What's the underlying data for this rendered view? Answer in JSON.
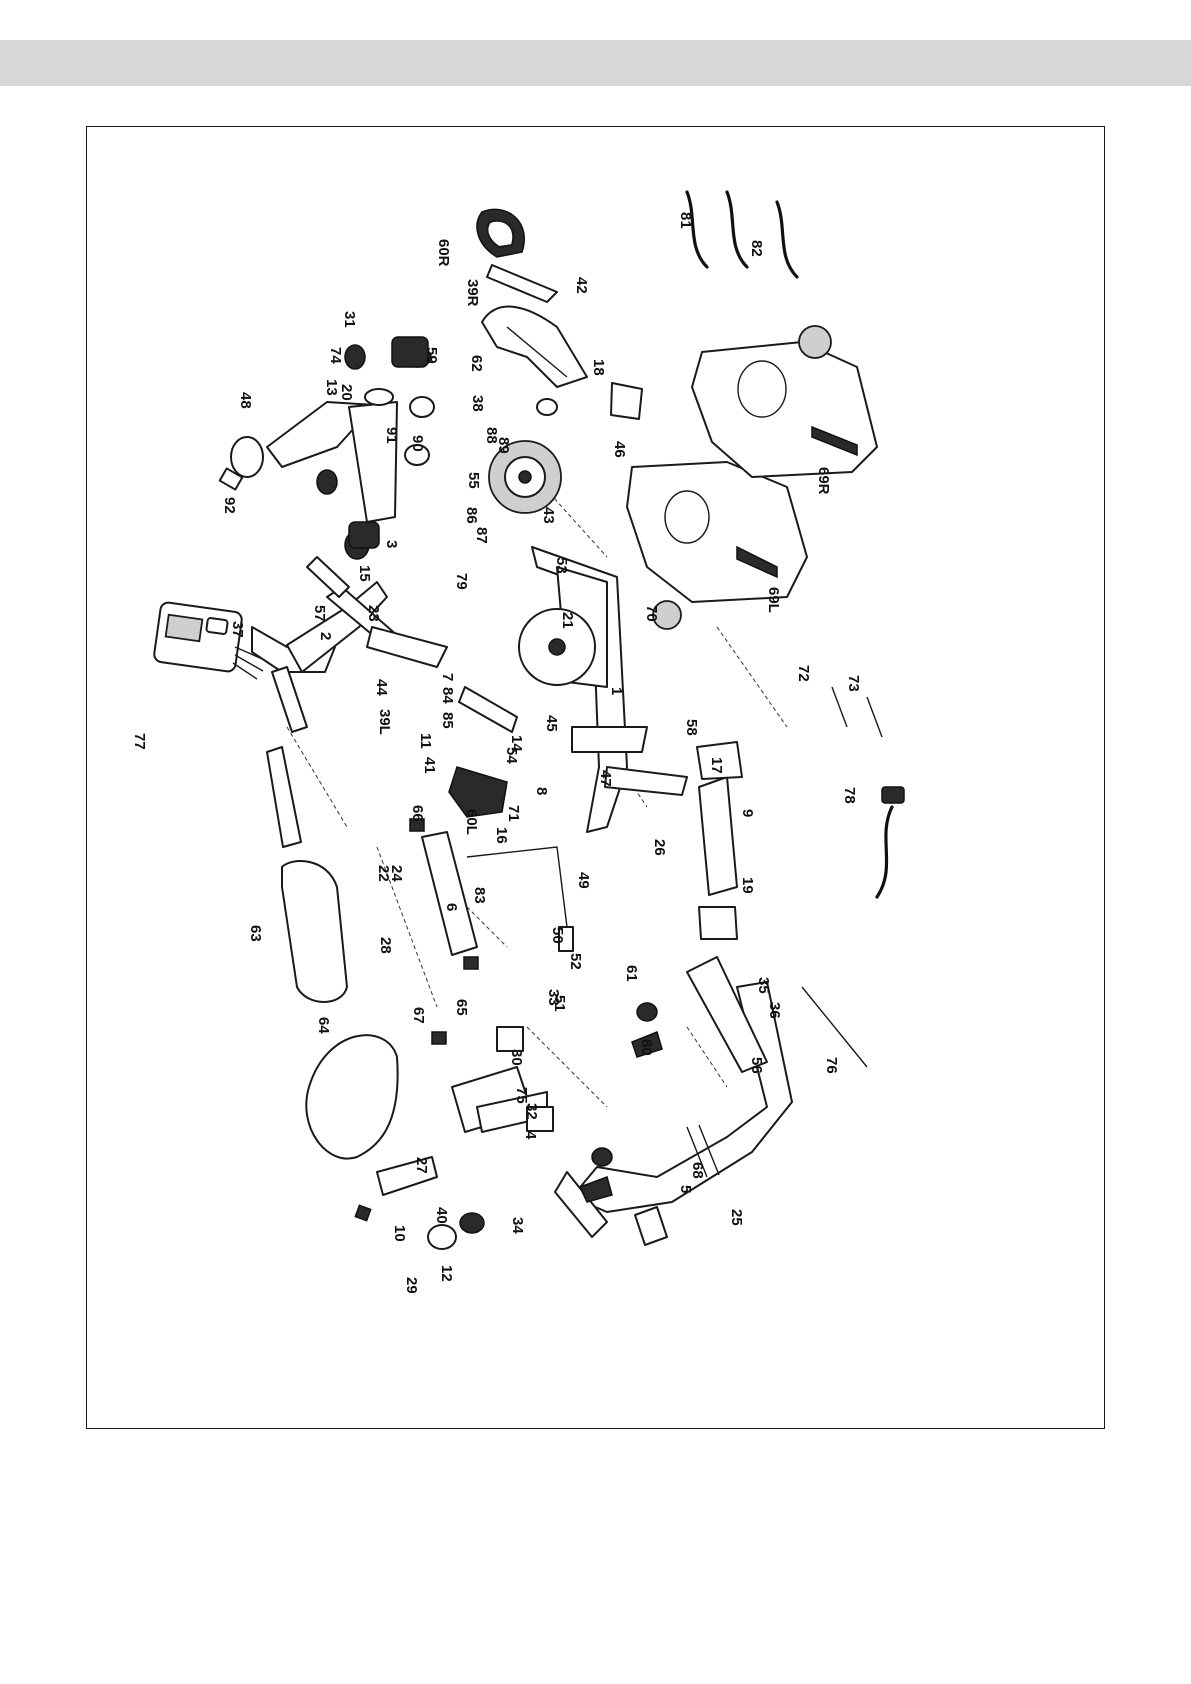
{
  "diagram": {
    "orientation_deg": 90,
    "callouts": [
      "1",
      "2",
      "3",
      "4",
      "5",
      "6",
      "7",
      "8",
      "9",
      "10",
      "11",
      "12",
      "13",
      "14",
      "15",
      "16",
      "17",
      "18",
      "19",
      "20",
      "21",
      "22",
      "23",
      "24",
      "25",
      "26",
      "27",
      "28",
      "29",
      "30",
      "31",
      "32",
      "33",
      "34",
      "35",
      "36",
      "37",
      "38",
      "39L",
      "39R",
      "40",
      "41",
      "42",
      "43",
      "44",
      "45",
      "46",
      "47",
      "48",
      "49",
      "50",
      "51",
      "52",
      "53",
      "54",
      "55",
      "56",
      "57",
      "58",
      "59",
      "60L",
      "60R",
      "61",
      "62",
      "63",
      "64",
      "65",
      "66",
      "67",
      "68",
      "69L",
      "69R",
      "70",
      "71",
      "72",
      "73",
      "74",
      "75",
      "76",
      "77",
      "78",
      "79",
      "80",
      "81",
      "82",
      "83",
      "84",
      "85",
      "86",
      "87",
      "88",
      "89",
      "90",
      "91",
      "92"
    ]
  }
}
